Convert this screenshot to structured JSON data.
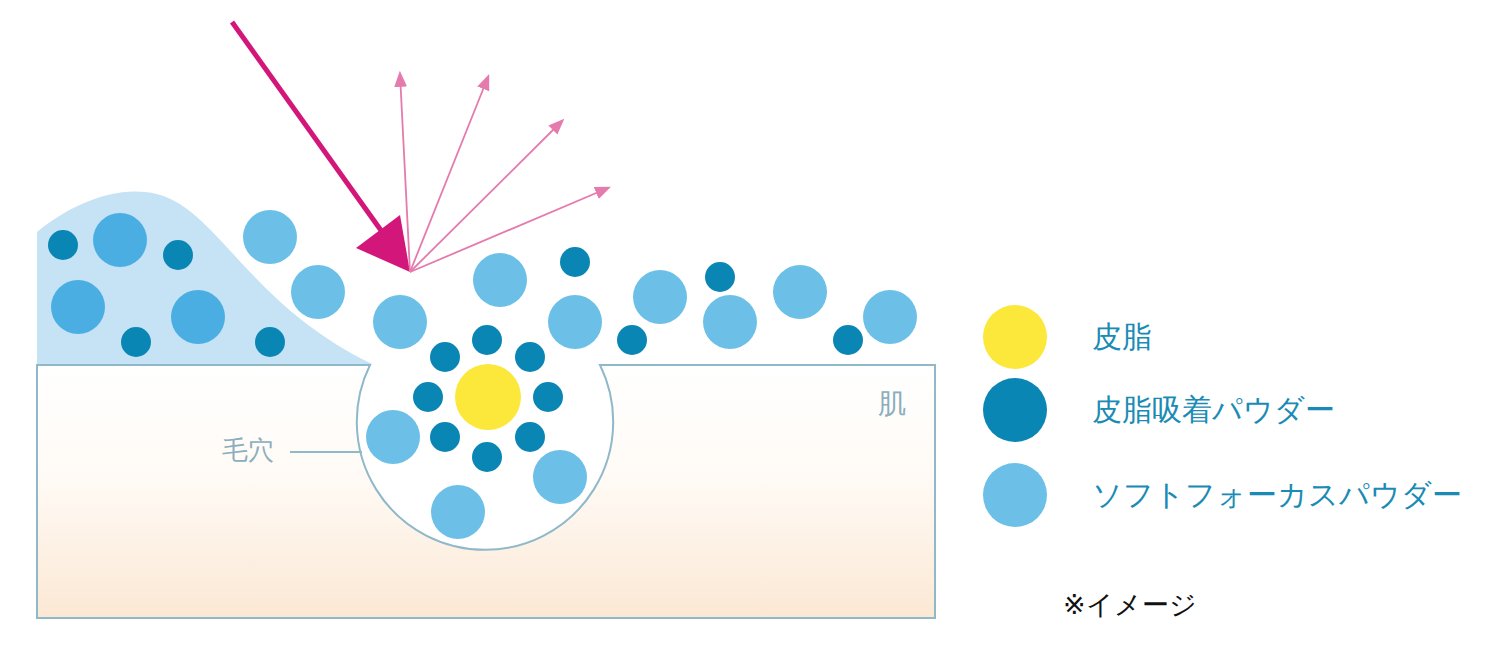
{
  "diagram": {
    "labels": [
      "毛穴",
      "肌",
      "※イメージ"
    ],
    "legend": [
      {
        "text": "皮脂",
        "color": "#fbe83a"
      },
      {
        "text": "皮脂吸着パウダー",
        "color": "#0a86b5"
      },
      {
        "text": "ソフトフォーカスパウダー",
        "color": "#6cc0e8"
      }
    ]
  }
}
